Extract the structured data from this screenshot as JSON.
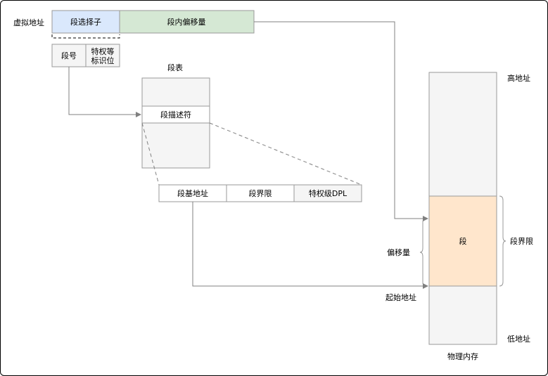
{
  "virtual_address": {
    "label": "虚拟地址",
    "selector": "段选择子",
    "offset": "段内偏移量",
    "segment_number": "段号",
    "privilege_flag_line1": "特权等",
    "privilege_flag_line2": "标识位"
  },
  "segment_table": {
    "title": "段表",
    "descriptor": "段描述符"
  },
  "descriptor_fields": {
    "base_address": "段基地址",
    "limit": "段界限",
    "privilege_level": "特权级DPL"
  },
  "physical_memory": {
    "caption": "物理内存",
    "high_address": "高地址",
    "low_address": "低地址",
    "segment": "段",
    "segment_limit": "段界限",
    "offset": "偏移量",
    "start_address": "起始地址"
  },
  "colors": {
    "selector_fill": "#dae8fc",
    "offset_fill": "#d5e8d4",
    "segment_fill": "#ffe6cc",
    "box_fill": "#f5f5f5",
    "line": "#808080"
  }
}
